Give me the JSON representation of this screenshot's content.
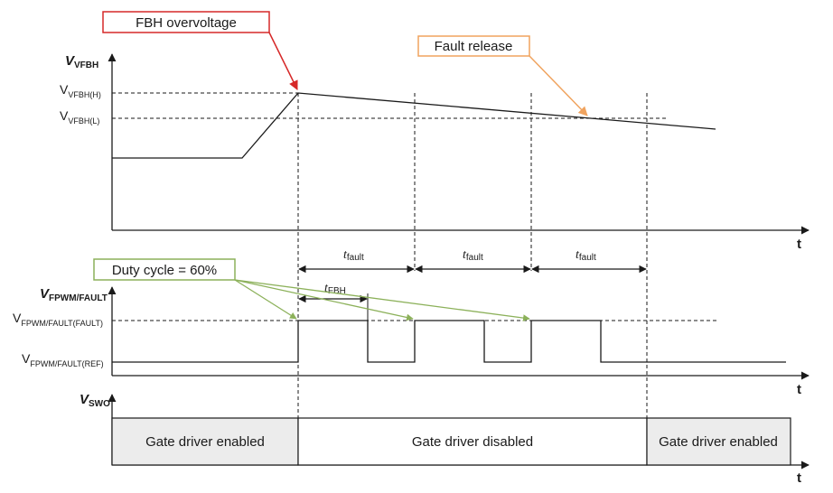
{
  "callouts": {
    "fbh_overvoltage": "FBH overvoltage",
    "fault_release": "Fault release",
    "duty_cycle": "Duty cycle = 60%"
  },
  "axes": {
    "vfbh": {
      "main": "V",
      "sub": "VFBH"
    },
    "vfpwm": {
      "main": "V",
      "sub": "FPWM/FAULT"
    },
    "vswo": {
      "main": "V",
      "sub": "SWO"
    },
    "t_label": "t"
  },
  "levels": {
    "vfbh_h": {
      "main": "V",
      "sub": "VFBH(H)"
    },
    "vfbh_l": {
      "main": "V",
      "sub": "VFBH(L)"
    },
    "vfpwm_fault": {
      "main": "V",
      "sub": "FPWM/FAULT(FAULT)"
    },
    "vfpwm_ref": {
      "main": "V",
      "sub": "FPWM/FAULT(REF)"
    }
  },
  "timing": {
    "t_fault": {
      "main": "t",
      "sub": "fault"
    },
    "t_fbh": {
      "main": "t",
      "sub": "FBH"
    }
  },
  "states": {
    "enabled_left": "Gate driver enabled",
    "disabled": "Gate driver disabled",
    "enabled_right": "Gate driver enabled"
  },
  "colors": {
    "line": "#1a1a1a",
    "fbh_callout": "#d62828",
    "fault_release_callout": "#f0a35e",
    "duty_callout": "#8cb15a",
    "enabled_fill": "#ececec"
  }
}
